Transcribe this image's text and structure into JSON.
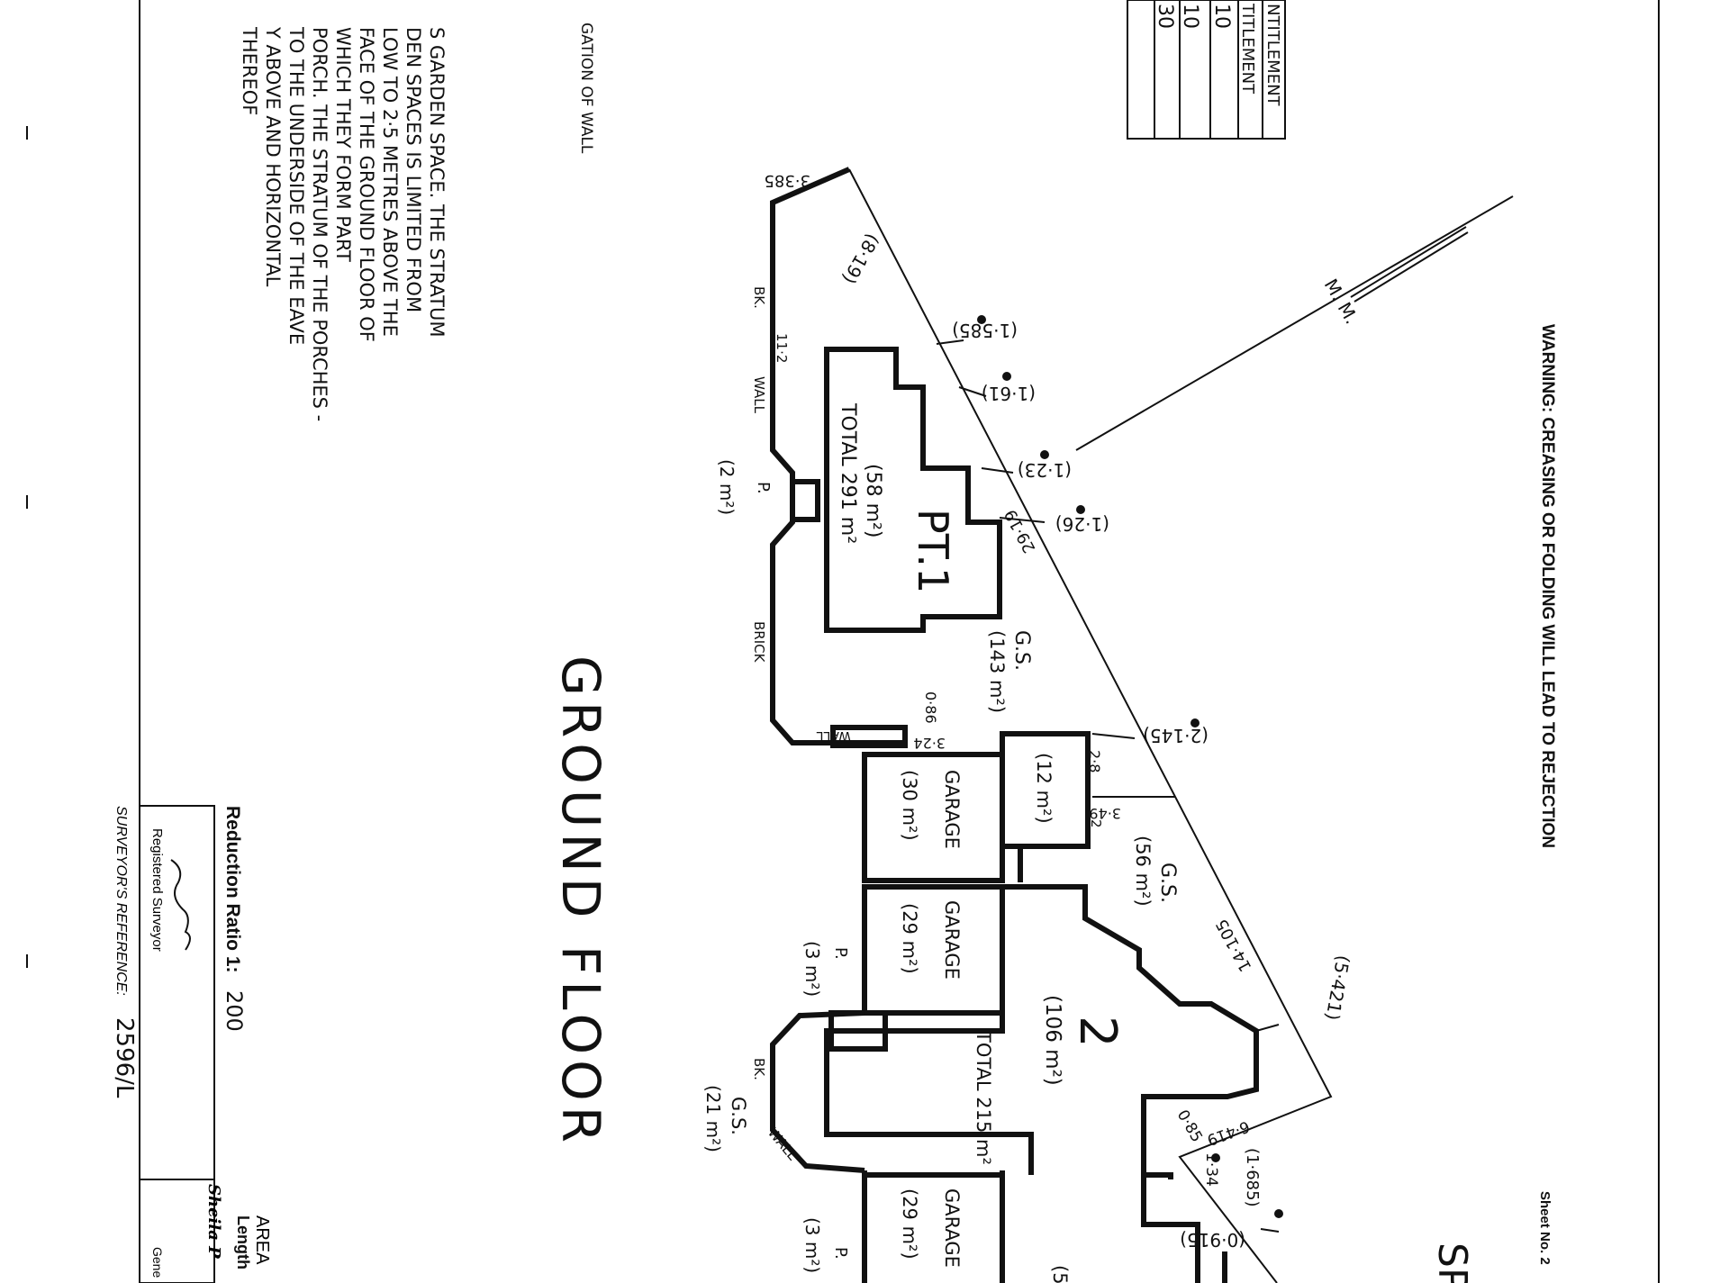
{
  "header": {
    "warning": "WARNING: CREASING OR FOLDING WILL LEAD TO REJECTION",
    "sheet_no_label": "Sheet No. 2",
    "sp_fragment": "SP"
  },
  "entitlement_table": {
    "rows": [
      "NTITLEMENT",
      "TITLEMENT",
      "10",
      "10",
      "30"
    ]
  },
  "notes": {
    "wall_note": "GATION OF WALL",
    "lines": [
      "S GARDEN SPACE. THE STRATUM",
      "DEN SPACES IS LIMITED FROM",
      "LOW TO 2·5 METRES ABOVE THE",
      "FACE OF THE GROUND FLOOR OF",
      "WHICH THEY FORM PART",
      "PORCH. THE STRATUM OF THE PORCHES -",
      "TO THE UNDERSIDE OF THE EAVE",
      "Y ABOVE AND HORIZONTAL",
      "THEREOF"
    ]
  },
  "plan": {
    "title": "GROUND FLOOR",
    "mm_label": "M.   M.",
    "boundary_dims": [
      "3·385",
      "(8·19)",
      "29·19",
      "14·105",
      "6·419",
      "(1·685)",
      "1·34",
      "0·85"
    ],
    "levels": [
      "(1·585)",
      "(1·61)",
      "(1·23)",
      "(1·26)",
      "(2·145)",
      "(5·421)",
      "(0·915)"
    ],
    "wall_labels": [
      "BK.",
      "11·2",
      "WALL",
      "BRICK",
      "WALL",
      "BK.",
      "WALL"
    ],
    "small_dims": [
      "0·86",
      "3·24",
      "2·8",
      "3·49",
      "2"
    ],
    "lot1": {
      "label": "PT.1",
      "area": "(58 m²)",
      "total": "TOTAL 291 m²"
    },
    "lot1_porch": {
      "label": "P.",
      "area": "(2 m²)"
    },
    "lot1_gs": {
      "label": "G.S.",
      "area": "(143 m²)"
    },
    "store": {
      "area": "(12 m²)"
    },
    "garage1": {
      "label": "GARAGE",
      "area": "(30 m²)"
    },
    "gs2": {
      "label": "G.S.",
      "area": "(56 m²)"
    },
    "garage2": {
      "label": "GARAGE",
      "area": "(29 m²)"
    },
    "lot2": {
      "label": "2",
      "area": "(106 m²)",
      "total": "TOTAL 215 m²"
    },
    "porch2": {
      "label": "P.",
      "area": "(3 m²)"
    },
    "gs3": {
      "label": "G.S.",
      "area": "(21 m²)"
    },
    "garage3": {
      "label": "GARAGE",
      "area": "(29 m²)"
    },
    "porch3": {
      "label": "P.",
      "area": "(3 m²)"
    },
    "partial_area": "(5"
  },
  "footer": {
    "reduction_ratio_label": "Reduction Ratio 1:",
    "reduction_ratio_value": "200",
    "registered_surveyor": "Registered Surveyor",
    "surveyors_reference_label": "SURVEYOR'S REFERENCE:",
    "surveyors_reference_value": "2596/L",
    "area_label": "AREA",
    "length_label": "Length",
    "general_label": "Gene",
    "signature_fragment": "Sheila P"
  }
}
